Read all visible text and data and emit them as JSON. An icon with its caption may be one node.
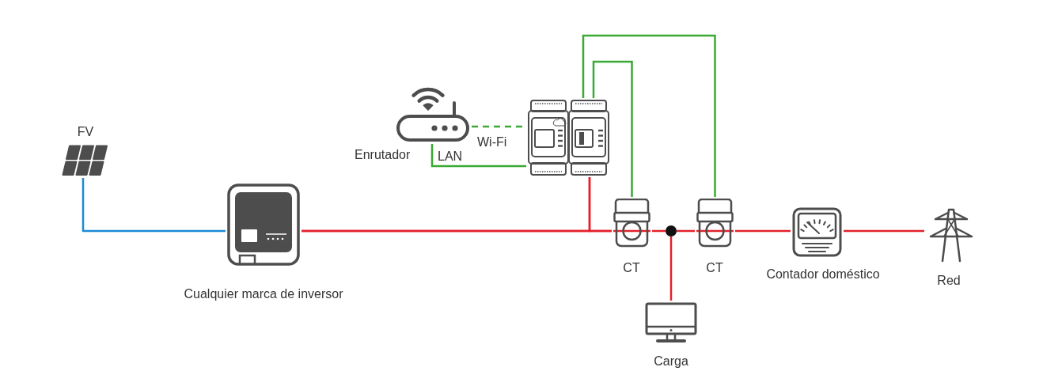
{
  "diagram": {
    "nodes": [
      {
        "text": [],
        "shape": "picture",
        "beside": [
          "FV"
        ]
      },
      {
        "text": [],
        "shape": "picture",
        "beside": [
          "Cualquier marca de inversor"
        ]
      },
      {
        "text": [],
        "shape": "picture",
        "beside": [
          "Enrutador"
        ]
      },
      {
        "text": [],
        "shape": "picture"
      },
      {
        "text": [],
        "shape": "picture",
        "beside": [
          "CT"
        ]
      },
      {
        "text": [],
        "shape": "circle"
      },
      {
        "text": [],
        "shape": "picture",
        "beside": [
          "CT"
        ]
      },
      {
        "text": [],
        "shape": "picture",
        "beside": [
          "Carga"
        ]
      },
      {
        "text": [],
        "shape": "picture",
        "beside": [
          "Contador doméstico"
        ]
      },
      {
        "text": [],
        "shape": "picture",
        "beside": [
          "Red"
        ]
      }
    ],
    "edges": [
      {
        "from": 0,
        "to": 1,
        "arrow": "none",
        "color": "#1b8bd6"
      },
      {
        "from": 2,
        "to": 3,
        "arrow": "none",
        "label": "Wi-Fi",
        "style": "dashed",
        "color": "#3aaa35"
      },
      {
        "from": 2,
        "to": 3,
        "arrow": "none",
        "label": "LAN",
        "color": "#3aaa35"
      },
      {
        "from": 3,
        "to": 4,
        "arrow": "none",
        "color": "#3aaa35"
      },
      {
        "from": 3,
        "to": 6,
        "arrow": "none",
        "color": "#3aaa35"
      },
      {
        "from": 1,
        "to": 4,
        "arrow": "none"
      },
      {
        "from": 3,
        "to": 1,
        "arrow": "none"
      },
      {
        "from": 3,
        "to": 4,
        "arrow": "none"
      },
      {
        "from": 4,
        "to": 5,
        "arrow": "none"
      },
      {
        "from": 5,
        "to": 6,
        "arrow": "none"
      },
      {
        "from": 5,
        "to": 7,
        "arrow": "none"
      },
      {
        "from": 6,
        "to": 8,
        "arrow": "none"
      },
      {
        "from": 8,
        "to": 9,
        "arrow": "none"
      }
    ]
  }
}
